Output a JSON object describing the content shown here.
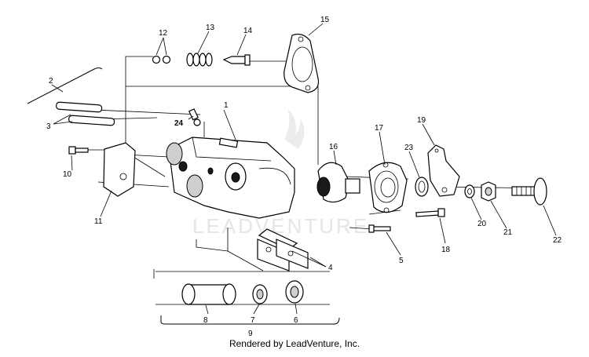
{
  "diagram": {
    "watermark": "LEADVENTURE",
    "footer": "Rendered by LeadVenture, Inc.",
    "callouts": [
      "1",
      "2",
      "3",
      "4",
      "5",
      "6",
      "7",
      "8",
      "9",
      "10",
      "11",
      "12",
      "13",
      "14",
      "15",
      "16",
      "17",
      "18",
      "19",
      "20",
      "21",
      "22",
      "23",
      "24"
    ]
  }
}
